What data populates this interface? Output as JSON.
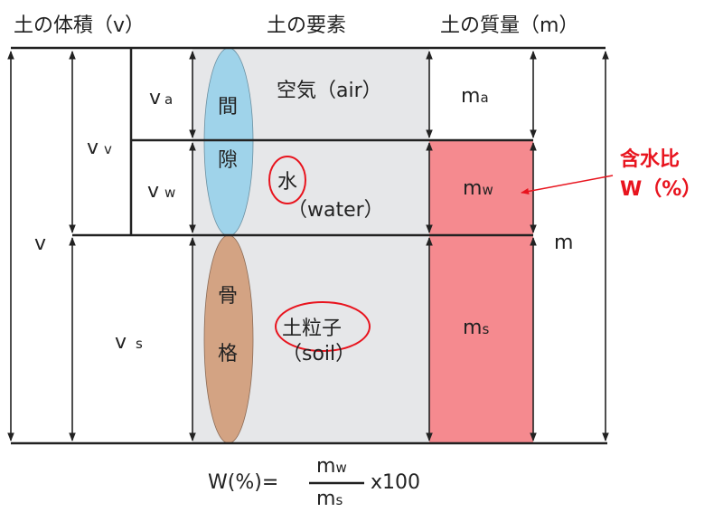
{
  "headers": {
    "volume": "土の体積（v）",
    "elements": "土の要素",
    "mass": "土の質量（m）"
  },
  "volume_labels": {
    "v": "v",
    "vv": "v",
    "vv_sub": "v",
    "va": "v",
    "va_sub": "a",
    "vw": "v",
    "vw_sub": "w",
    "vs": "v",
    "vs_sub": "s"
  },
  "void_label": [
    "間",
    "隙"
  ],
  "skeleton_label": [
    "骨",
    "格"
  ],
  "phases": {
    "air": "空気（air）",
    "water": "水",
    "water_en": "（water）",
    "soil": "土粒子",
    "soil_en": "（soil）"
  },
  "mass_labels": {
    "ma": "m",
    "ma_sub": "a",
    "mw": "m",
    "mw_sub": "w",
    "ms": "m",
    "ms_sub": "s",
    "m": "m"
  },
  "annotation": {
    "line1": "含水比",
    "line2": "W（%）"
  },
  "formula": {
    "lhs": "W(%)=",
    "num": "m",
    "num_sub": "w",
    "den": "m",
    "den_sub": "s",
    "factor": "x100"
  },
  "colors": {
    "gray": "#e6e7e9",
    "pink": "#f58a8f",
    "blue": "#9fd3ea",
    "brown": "#d3a383",
    "red": "#e8141e"
  }
}
